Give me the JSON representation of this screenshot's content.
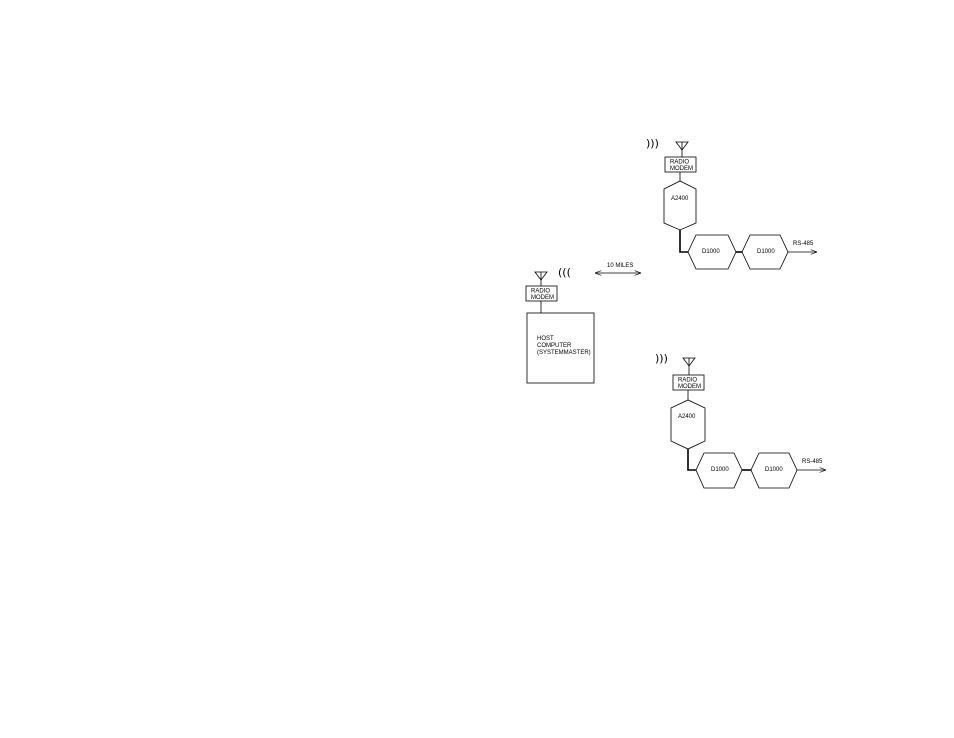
{
  "host": {
    "radio_modem_line1": "RADIO",
    "radio_modem_line2": "MODEM",
    "computer_line1": "HOST",
    "computer_line2": "COMPUTER",
    "computer_line3": "(SYSTEMMASTER)",
    "waves": "(((",
    "distance_label": "10 MILES"
  },
  "remote_top": {
    "waves": ")))",
    "radio_modem_line1": "RADIO",
    "radio_modem_line2": "MODEM",
    "a_unit": "A2400",
    "d_unit_1": "D1000",
    "d_unit_2": "D1000",
    "output": "RS-485"
  },
  "remote_bottom": {
    "waves": ")))",
    "radio_modem_line1": "RADIO",
    "radio_modem_line2": "MODEM",
    "a_unit": "A2400",
    "d_unit_1": "D1000",
    "d_unit_2": "D1000",
    "output": "RS-485"
  }
}
